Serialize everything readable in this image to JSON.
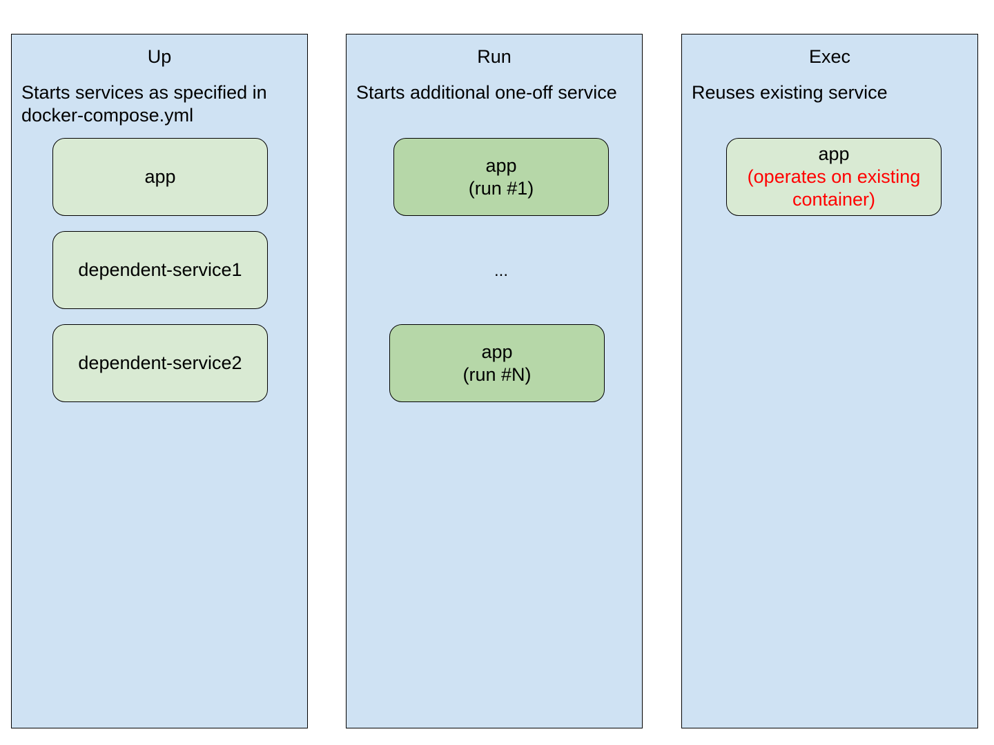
{
  "columns": {
    "up": {
      "title": "Up",
      "description": "Starts services as specified in\ndocker-compose.yml",
      "boxes": [
        {
          "label": "app"
        },
        {
          "label": "dependent-service1"
        },
        {
          "label": "dependent-service2"
        }
      ]
    },
    "run": {
      "title": "Run",
      "description": "Starts additional one-off service",
      "boxes": [
        {
          "label": "app",
          "sublabel": "(run #1)"
        },
        {
          "label": "app",
          "sublabel": "(run #N)"
        }
      ],
      "ellipsis": "..."
    },
    "exec": {
      "title": "Exec",
      "description": "Reuses existing service",
      "boxes": [
        {
          "label": "app",
          "note_line1": "(operates on existing",
          "note_line2": "container)"
        }
      ]
    }
  },
  "colors": {
    "panel_fill": "#cfe2f3",
    "box_light_fill": "#d9ead3",
    "box_dark_fill": "#b6d7a8",
    "note_text": "#ff0000",
    "border": "#000000"
  }
}
